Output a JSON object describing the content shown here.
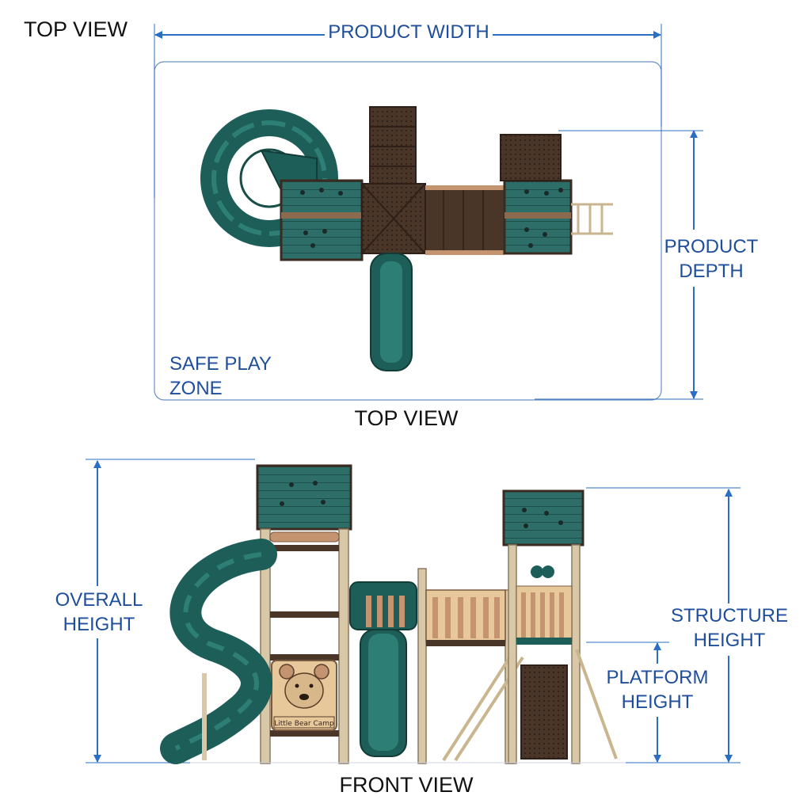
{
  "labels": {
    "top_view_heading": "TOP VIEW",
    "top_view_caption": "TOP VIEW",
    "front_view_caption": "FRONT VIEW",
    "product_width": "PRODUCT WIDTH",
    "product_depth": [
      "PRODUCT",
      "DEPTH"
    ],
    "safe_play_zone": "SAFE PLAY ZONE",
    "overall_height": [
      "OVERALL",
      "HEIGHT"
    ],
    "structure_height": [
      "STRUCTURE",
      "HEIGHT"
    ],
    "platform_height": [
      "PLATFORM",
      "HEIGHT"
    ],
    "sign_text": "Little Bear Camp"
  },
  "colors": {
    "dimension_line": "#2a6fc4",
    "dimension_text": "#1f4e9c",
    "slide_green": "#1d5f58",
    "panel_green": "#2e6e68",
    "deck_brown": "#4a3628",
    "post_tan": "#d8c8a8",
    "wood_rail": "#c49370",
    "bear_sign": "#e6c89a"
  },
  "icons": [
    "paw-print-icon",
    "bear-face-icon"
  ]
}
